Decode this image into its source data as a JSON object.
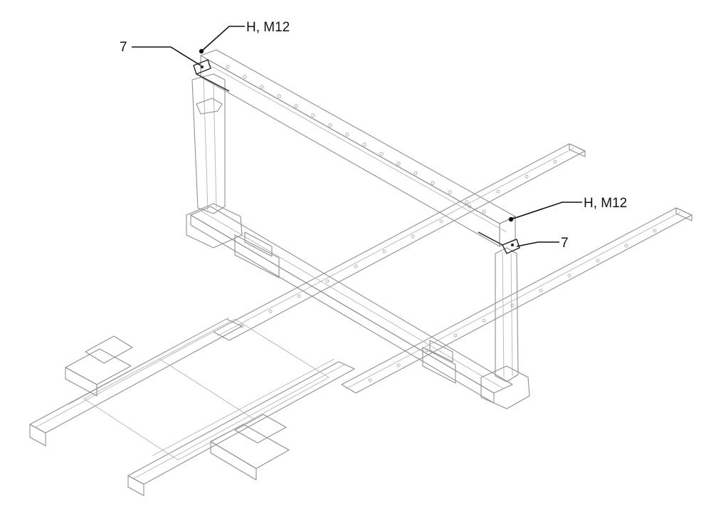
{
  "callouts": {
    "top_left_label": "H, M12",
    "top_left_number": "7",
    "right_label": "H, M12",
    "right_number": "7"
  },
  "colors": {
    "line": "#8f8f8f",
    "leader": "#111111",
    "background": "#ffffff"
  }
}
